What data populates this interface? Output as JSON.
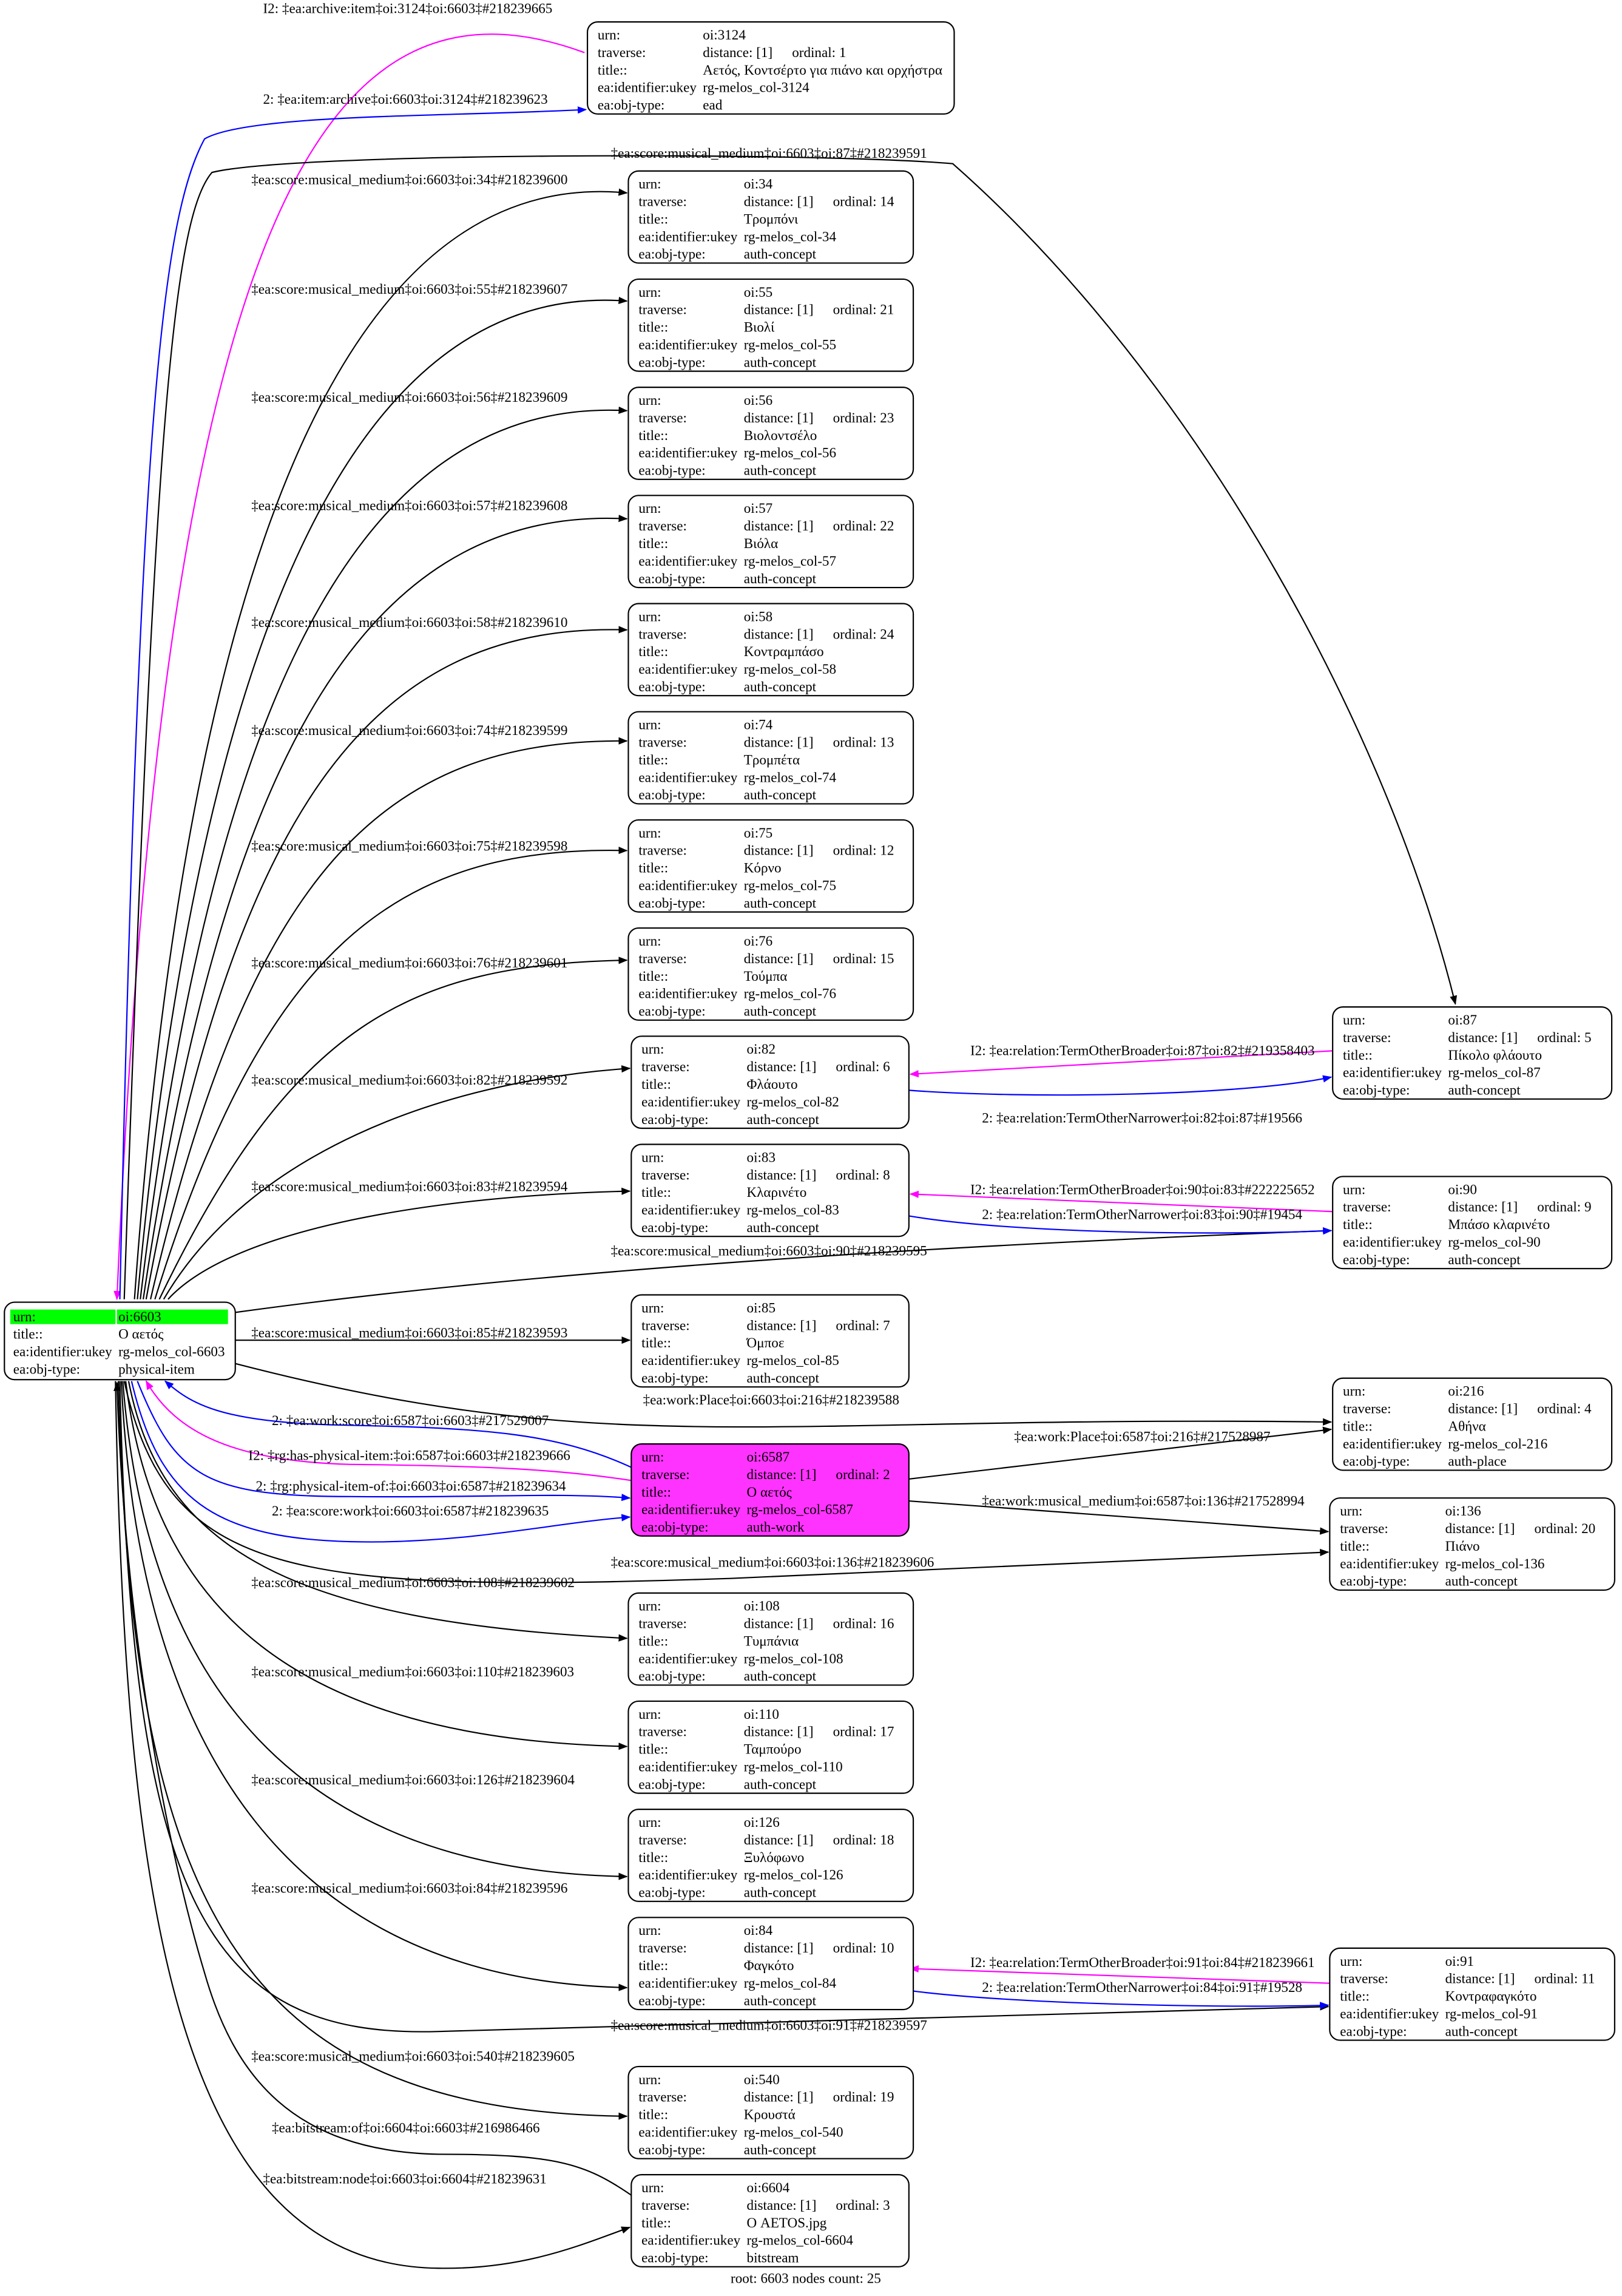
{
  "colors": {
    "root_highlight": "#00ff00",
    "focus_node": "#ff33ff",
    "inverse_edge": "#ff00ff",
    "forward_edge": "#0000ff",
    "default_edge": "#000000"
  },
  "row_labels": {
    "urn": "urn:",
    "traverse": "traverse:",
    "title": "title::",
    "ukey": "ea:identifier:ukey",
    "objtype": "ea:obj-type:"
  },
  "root": {
    "urn": "oi:6603",
    "title": "Ο αετός",
    "ukey": "rg-melos_col-6603",
    "objtype": "physical-item"
  },
  "nodes": [
    {
      "urn": "oi:3124",
      "distance": "distance: [1]",
      "ordinal": "ordinal: 1",
      "title": "Αετός, Κοντσέρτο για πιάνο και ορχήστρα",
      "ukey": "rg-melos_col-3124",
      "objtype": "ead"
    },
    {
      "urn": "oi:34",
      "distance": "distance: [1]",
      "ordinal": "ordinal: 14",
      "title": "Τρομπόνι",
      "ukey": "rg-melos_col-34",
      "objtype": "auth-concept"
    },
    {
      "urn": "oi:55",
      "distance": "distance: [1]",
      "ordinal": "ordinal: 21",
      "title": "Βιολί",
      "ukey": "rg-melos_col-55",
      "objtype": "auth-concept"
    },
    {
      "urn": "oi:56",
      "distance": "distance: [1]",
      "ordinal": "ordinal: 23",
      "title": "Βιολοντσέλο",
      "ukey": "rg-melos_col-56",
      "objtype": "auth-concept"
    },
    {
      "urn": "oi:57",
      "distance": "distance: [1]",
      "ordinal": "ordinal: 22",
      "title": "Βιόλα",
      "ukey": "rg-melos_col-57",
      "objtype": "auth-concept"
    },
    {
      "urn": "oi:58",
      "distance": "distance: [1]",
      "ordinal": "ordinal: 24",
      "title": "Κοντραμπάσο",
      "ukey": "rg-melos_col-58",
      "objtype": "auth-concept"
    },
    {
      "urn": "oi:74",
      "distance": "distance: [1]",
      "ordinal": "ordinal: 13",
      "title": "Τρομπέτα",
      "ukey": "rg-melos_col-74",
      "objtype": "auth-concept"
    },
    {
      "urn": "oi:75",
      "distance": "distance: [1]",
      "ordinal": "ordinal: 12",
      "title": "Κόρνο",
      "ukey": "rg-melos_col-75",
      "objtype": "auth-concept"
    },
    {
      "urn": "oi:76",
      "distance": "distance: [1]",
      "ordinal": "ordinal: 15",
      "title": "Τούμπα",
      "ukey": "rg-melos_col-76",
      "objtype": "auth-concept"
    },
    {
      "urn": "oi:82",
      "distance": "distance: [1]",
      "ordinal": "ordinal: 6",
      "title": "Φλάουτο",
      "ukey": "rg-melos_col-82",
      "objtype": "auth-concept"
    },
    {
      "urn": "oi:83",
      "distance": "distance: [1]",
      "ordinal": "ordinal: 8",
      "title": "Κλαρινέτο",
      "ukey": "rg-melos_col-83",
      "objtype": "auth-concept"
    },
    {
      "urn": "oi:85",
      "distance": "distance: [1]",
      "ordinal": "ordinal: 7",
      "title": "Όμποε",
      "ukey": "rg-melos_col-85",
      "objtype": "auth-concept"
    },
    {
      "urn": "oi:6587",
      "distance": "distance: [1]",
      "ordinal": "ordinal: 2",
      "title": "Ο αετός",
      "ukey": "rg-melos_col-6587",
      "objtype": "auth-work"
    },
    {
      "urn": "oi:108",
      "distance": "distance: [1]",
      "ordinal": "ordinal: 16",
      "title": "Τυμπάνια",
      "ukey": "rg-melos_col-108",
      "objtype": "auth-concept"
    },
    {
      "urn": "oi:110",
      "distance": "distance: [1]",
      "ordinal": "ordinal: 17",
      "title": "Ταμπούρο",
      "ukey": "rg-melos_col-110",
      "objtype": "auth-concept"
    },
    {
      "urn": "oi:126",
      "distance": "distance: [1]",
      "ordinal": "ordinal: 18",
      "title": "Ξυλόφωνο",
      "ukey": "rg-melos_col-126",
      "objtype": "auth-concept"
    },
    {
      "urn": "oi:84",
      "distance": "distance: [1]",
      "ordinal": "ordinal: 10",
      "title": "Φαγκότο",
      "ukey": "rg-melos_col-84",
      "objtype": "auth-concept"
    },
    {
      "urn": "oi:540",
      "distance": "distance: [1]",
      "ordinal": "ordinal: 19",
      "title": "Κρουστά",
      "ukey": "rg-melos_col-540",
      "objtype": "auth-concept"
    },
    {
      "urn": "oi:6604",
      "distance": "distance: [1]",
      "ordinal": "ordinal: 3",
      "title": "Ο AETOS.jpg",
      "ukey": "rg-melos_col-6604",
      "objtype": "bitstream"
    },
    {
      "urn": "oi:87",
      "distance": "distance: [1]",
      "ordinal": "ordinal: 5",
      "title": "Πίκολο φλάουτο",
      "ukey": "rg-melos_col-87",
      "objtype": "auth-concept"
    },
    {
      "urn": "oi:90",
      "distance": "distance: [1]",
      "ordinal": "ordinal: 9",
      "title": "Μπάσο κλαρινέτο",
      "ukey": "rg-melos_col-90",
      "objtype": "auth-concept"
    },
    {
      "urn": "oi:216",
      "distance": "distance: [1]",
      "ordinal": "ordinal: 4",
      "title": "Αθήνα",
      "ukey": "rg-melos_col-216",
      "objtype": "auth-place"
    },
    {
      "urn": "oi:136",
      "distance": "distance: [1]",
      "ordinal": "ordinal: 20",
      "title": "Πιάνο",
      "ukey": "rg-melos_col-136",
      "objtype": "auth-concept"
    },
    {
      "urn": "oi:91",
      "distance": "distance: [1]",
      "ordinal": "ordinal: 11",
      "title": "Κοντραφαγκότο",
      "ukey": "rg-melos_col-91",
      "objtype": "auth-concept"
    }
  ],
  "edges": [
    {
      "label": "I2: ‡ea:archive:item‡oi:3124‡oi:6603‡#218239665",
      "kind": "inverse"
    },
    {
      "label": "2: ‡ea:item:archive‡oi:6603‡oi:3124‡#218239623",
      "kind": "forward"
    },
    {
      "label": "‡ea:score:musical_medium‡oi:6603‡oi:87‡#218239591",
      "kind": "default"
    },
    {
      "label": "‡ea:score:musical_medium‡oi:6603‡oi:34‡#218239600",
      "kind": "default"
    },
    {
      "label": "‡ea:score:musical_medium‡oi:6603‡oi:55‡#218239607",
      "kind": "default"
    },
    {
      "label": "‡ea:score:musical_medium‡oi:6603‡oi:56‡#218239609",
      "kind": "default"
    },
    {
      "label": "‡ea:score:musical_medium‡oi:6603‡oi:57‡#218239608",
      "kind": "default"
    },
    {
      "label": "‡ea:score:musical_medium‡oi:6603‡oi:58‡#218239610",
      "kind": "default"
    },
    {
      "label": "‡ea:score:musical_medium‡oi:6603‡oi:74‡#218239599",
      "kind": "default"
    },
    {
      "label": "‡ea:score:musical_medium‡oi:6603‡oi:75‡#218239598",
      "kind": "default"
    },
    {
      "label": "‡ea:score:musical_medium‡oi:6603‡oi:76‡#218239601",
      "kind": "default"
    },
    {
      "label": "‡ea:score:musical_medium‡oi:6603‡oi:82‡#218239592",
      "kind": "default"
    },
    {
      "label": "‡ea:score:musical_medium‡oi:6603‡oi:83‡#218239594",
      "kind": "default"
    },
    {
      "label": "‡ea:score:musical_medium‡oi:6603‡oi:90‡#218239595",
      "kind": "default"
    },
    {
      "label": "‡ea:score:musical_medium‡oi:6603‡oi:85‡#218239593",
      "kind": "default"
    },
    {
      "label": "‡ea:work:Place‡oi:6603‡oi:216‡#218239588",
      "kind": "default"
    },
    {
      "label": "2: ‡ea:work:score‡oi:6587‡oi:6603‡#217529007",
      "kind": "forward"
    },
    {
      "label": "I2: ‡rg:has-physical-item:‡oi:6587‡oi:6603‡#218239666",
      "kind": "inverse"
    },
    {
      "label": "2: ‡rg:physical-item-of:‡oi:6603‡oi:6587‡#218239634",
      "kind": "forward"
    },
    {
      "label": "2: ‡ea:score:work‡oi:6603‡oi:6587‡#218239635",
      "kind": "forward"
    },
    {
      "label": "‡ea:work:Place‡oi:6587‡oi:216‡#217528987",
      "kind": "default"
    },
    {
      "label": "‡ea:work:musical_medium‡oi:6587‡oi:136‡#217528994",
      "kind": "default"
    },
    {
      "label": "‡ea:score:musical_medium‡oi:6603‡oi:136‡#218239606",
      "kind": "default"
    },
    {
      "label": "‡ea:score:musical_medium‡oi:6603‡oi:108‡#218239602",
      "kind": "default"
    },
    {
      "label": "‡ea:score:musical_medium‡oi:6603‡oi:110‡#218239603",
      "kind": "default"
    },
    {
      "label": "‡ea:score:musical_medium‡oi:6603‡oi:126‡#218239604",
      "kind": "default"
    },
    {
      "label": "‡ea:score:musical_medium‡oi:6603‡oi:84‡#218239596",
      "kind": "default"
    },
    {
      "label": "‡ea:score:musical_medium‡oi:6603‡oi:91‡#218239597",
      "kind": "default"
    },
    {
      "label": "‡ea:score:musical_medium‡oi:6603‡oi:540‡#218239605",
      "kind": "default"
    },
    {
      "label": "‡ea:bitstream:of‡oi:6604‡oi:6603‡#216986466",
      "kind": "default"
    },
    {
      "label": "‡ea:bitstream:node‡oi:6603‡oi:6604‡#218239631",
      "kind": "default"
    },
    {
      "label": "I2: ‡ea:relation:TermOtherBroader‡oi:87‡oi:82‡#219358403",
      "kind": "inverse"
    },
    {
      "label": "2: ‡ea:relation:TermOtherNarrower‡oi:82‡oi:87‡#19566",
      "kind": "forward"
    },
    {
      "label": "I2: ‡ea:relation:TermOtherBroader‡oi:90‡oi:83‡#222225652",
      "kind": "inverse"
    },
    {
      "label": "2: ‡ea:relation:TermOtherNarrower‡oi:83‡oi:90‡#19454",
      "kind": "forward"
    },
    {
      "label": "I2: ‡ea:relation:TermOtherBroader‡oi:91‡oi:84‡#218239661",
      "kind": "inverse"
    },
    {
      "label": "2: ‡ea:relation:TermOtherNarrower‡oi:84‡oi:91‡#19528",
      "kind": "forward"
    }
  ],
  "footer": "root: 6603 nodes count: 25"
}
